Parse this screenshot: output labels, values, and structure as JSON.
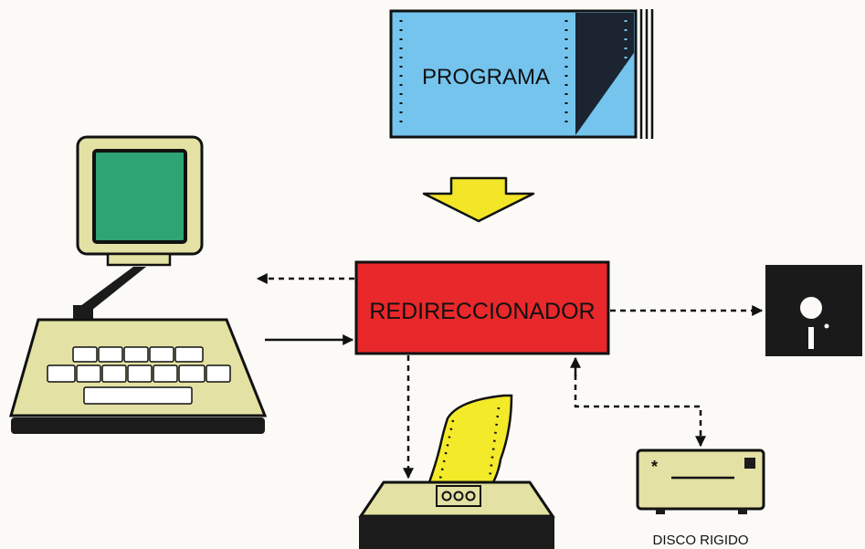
{
  "labels": {
    "program": "PROGRAMA",
    "redirector": "REDIRECCIONADOR",
    "hard_disk": "DISCO RIGIDO"
  },
  "colors": {
    "program_paper": "#74c4ee",
    "program_stripe": "#1b2430",
    "redirector_box": "#e8282a",
    "flow_arrow": "#f3e528",
    "device_body": "#e3e1a3",
    "screen": "#2ea374",
    "printer_paper": "#f3ea2a",
    "floppy": "#1a1a1a",
    "outline": "#111111"
  },
  "icons": {
    "computer": "computer-icon",
    "keyboard": "keyboard-icon",
    "printer": "printer-icon",
    "floppy_disk": "floppy-disk-icon",
    "hard_disk": "hard-disk-icon",
    "program": "program-listing-icon"
  }
}
